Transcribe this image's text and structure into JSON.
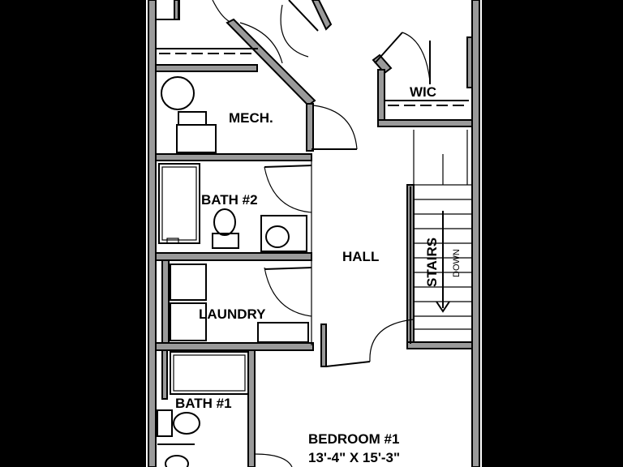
{
  "rooms": {
    "mech": "MECH.",
    "wic": "WIC",
    "bath2": "BATH #2",
    "hall": "HALL",
    "stairs": "STAIRS",
    "down": "DOWN",
    "laundry": "LAUNDRY",
    "bath1": "BATH #1",
    "bedroom1": "BEDROOM #1",
    "bedroom1_dims": "13'-4\" X 15'-3\""
  }
}
